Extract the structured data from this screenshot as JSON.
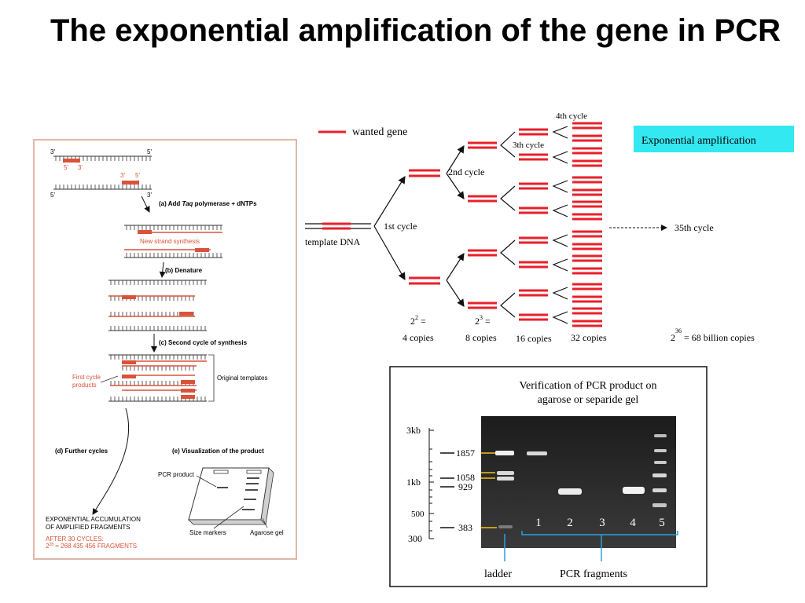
{
  "slide": {
    "title": "The exponential amplification of the gene in PCR"
  },
  "pcr_steps_figure": {
    "strand_end_labels": [
      "3'",
      "5'",
      "5'",
      "3'",
      "3'",
      "5'",
      "5'",
      "3'"
    ],
    "step_a": "(a)  Add ",
    "step_a_taq": "Taq",
    "step_a_rest": " polymerase + dNTPs",
    "new_strand_synthesis": "New strand synthesis",
    "step_b": "(b)  Denature",
    "step_c": "(c)  Second cycle of synthesis",
    "first_cycle_products_line1": "First cycle",
    "first_cycle_products_line2": "products",
    "original_templates": "Original templates",
    "step_d": "(d)  Further cycles",
    "step_e": "(e)  Visualization of the product",
    "pcr_product": "PCR product",
    "size_markers": "Size markers",
    "agarose_gel": "Agarose gel",
    "exp_accum_line1": "EXPONENTIAL ACCUMULATION",
    "exp_accum_line2": "OF AMPLIFIED FRAGMENTS",
    "after_cycles_line1": "AFTER 30 CYCLES:",
    "after_cycles_exp": "28",
    "after_cycles_line2_base": "2",
    "after_cycles_line2_rest": " = 268 435 456 FRAGMENTS",
    "accent_color": "#d9533a"
  },
  "amplification_tree": {
    "legend_label": "wanted gene",
    "template_label": "template DNA",
    "cycle_labels": [
      "1st cycle",
      "2nd cycle",
      "3th cycle",
      "4th cycle"
    ],
    "far_cycle_label": "35th cycle",
    "badge": "Exponential amplification",
    "counts": [
      {
        "base": "2",
        "exp": "2",
        "suffix": " =",
        "copies": "4 copies"
      },
      {
        "base": "2",
        "exp": "3",
        "suffix": " =",
        "copies": "8 copies"
      },
      {
        "copies": "16 copies"
      },
      {
        "copies": "32 copies"
      }
    ],
    "final_base": "2",
    "final_exp": "36",
    "final_rest": " = 68 billion copies",
    "gene_color": "#e8202a",
    "badge_color": "#33e8f0"
  },
  "gel_panel": {
    "title_line1": "Verification of  PCR product on",
    "title_line2": "agarose or separide gel",
    "left_scale": [
      "3kb",
      "1kb",
      "500",
      "300"
    ],
    "ladder_bands": [
      "1857",
      "1058",
      "929",
      "383"
    ],
    "lane_numbers": [
      "1",
      "2",
      "3",
      "4",
      "5"
    ],
    "ladder_label": "ladder",
    "fragments_label": "PCR fragments",
    "marker_color": "#f2c21a",
    "bracket_color": "#2aa0e0"
  }
}
